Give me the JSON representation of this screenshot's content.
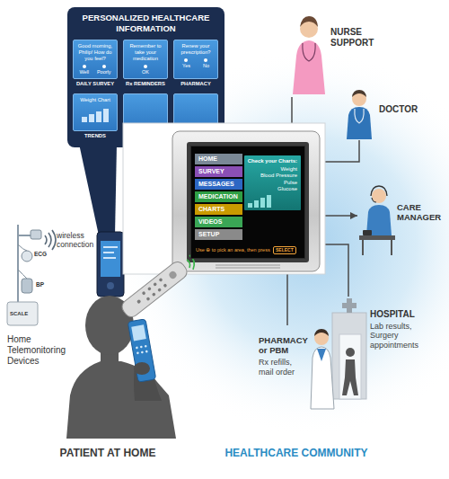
{
  "diagram": {
    "nodes": [
      {
        "text": [
          "PERSONALIZED HEALTHCARE INFORMATION"
        ]
      },
      {
        "text": [
          "Good morning, Philip! How do you feel?",
          "Well",
          "Poorly",
          "DAILY SURVEY"
        ],
        "in": 0
      },
      {
        "text": [
          "Remember to take your medication",
          "OK",
          "Rx REMINDERS"
        ],
        "in": 0
      },
      {
        "text": [
          "Renew your prescription?",
          "Yes",
          "No",
          "PHARMACY"
        ],
        "in": 0
      },
      {
        "text": [
          "Weight Chart",
          "TRENDS"
        ],
        "in": 0
      },
      {
        "text": [
          "Use ⊕ to pick an area, then press"
        ]
      },
      {
        "text": [
          "SELECT"
        ],
        "in": 5
      },
      {
        "text": [
          "HOME"
        ],
        "in": 5
      },
      {
        "text": [
          "SURVEY"
        ],
        "in": 5
      },
      {
        "text": [
          "MESSAGES"
        ],
        "in": 5
      },
      {
        "text": [
          "MEDICATION"
        ],
        "in": 5
      },
      {
        "text": [
          "CHARTS"
        ],
        "in": 5
      },
      {
        "text": [
          "VIDEOS"
        ],
        "in": 5
      },
      {
        "text": [
          "SETUP"
        ],
        "in": 5
      },
      {
        "text": [
          "Check your Charts:",
          "Weight",
          "Blood Pressure",
          "Pulse",
          "Glucose"
        ],
        "in": 5
      },
      {
        "text": [
          "NURSE SUPPORT"
        ]
      },
      {
        "text": [
          "DOCTOR"
        ]
      },
      {
        "text": [
          "CARE MANAGER"
        ]
      },
      {
        "text": [
          "HOSPITAL",
          "Lab results, Surgery appointments"
        ]
      },
      {
        "text": [
          "PHARMACY or PBM",
          "Rx refills, mail order"
        ]
      }
    ],
    "edges": [
      {
        "from": 5,
        "to": 15,
        "arrow": "none"
      },
      {
        "from": 5,
        "to": 16,
        "arrow": "none"
      },
      {
        "from": 5,
        "to": 17,
        "arrow": "to"
      },
      {
        "from": 5,
        "to": 18,
        "arrow": "none"
      },
      {
        "from": 5,
        "to": 19,
        "arrow": "none"
      }
    ],
    "labels": [
      "wireless connection",
      "ECG",
      "BP",
      "SCALE",
      "Home Telemonitoring Devices",
      "PATIENT AT HOME",
      "HEALTHCARE COMMUNITY"
    ]
  }
}
